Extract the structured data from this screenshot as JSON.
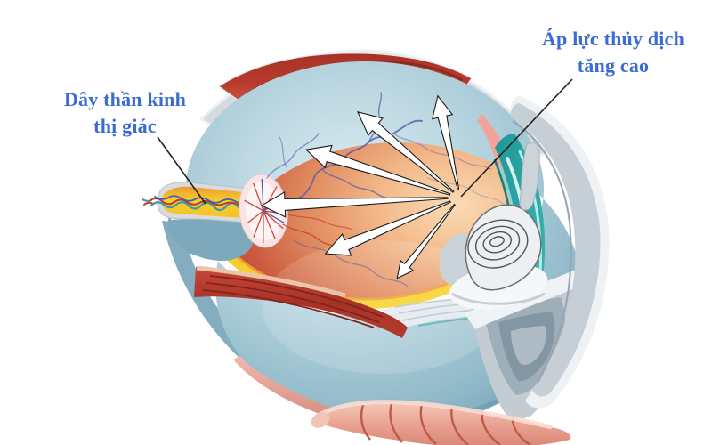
{
  "page": {
    "background": "#ffffff",
    "description": "Cutaway illustration of a human eye showing raised aqueous humor pressure pressing outward (glaucoma)"
  },
  "labels": {
    "optic_nerve": {
      "line1": "Dây thần kinh",
      "line2": "thị giác"
    },
    "pressure": {
      "line1": "Áp lực thủy dịch",
      "line2": "tăng cao"
    }
  },
  "annotation_style": {
    "label_color": "#3b6cd4",
    "pointer_line_color": "#222222"
  },
  "diagram": {
    "pressure_arrows": {
      "count": 6,
      "fill": "#ffffff",
      "outline": "#1b1b1b",
      "origin": "center of vitreous, radiating toward retina"
    },
    "colors": {
      "retina_interior_deep": "#b93a2c",
      "retina_interior_light": "#f9dcb4",
      "choroid_yellow": "#f6c826",
      "sclera_gray": "#d5dade",
      "eyeball_blue": "#8fb9c9",
      "ciliary_teal": "#23a2a1",
      "muscle_red": "#a83226",
      "muscle_pink": "#e09584",
      "vessel_blue": "#5c5ca8",
      "vessel_red": "#c4392c",
      "optic_disc_pink": "#f8e4e5",
      "nerve_sheath_bluegray": "#7ea9bc"
    }
  }
}
